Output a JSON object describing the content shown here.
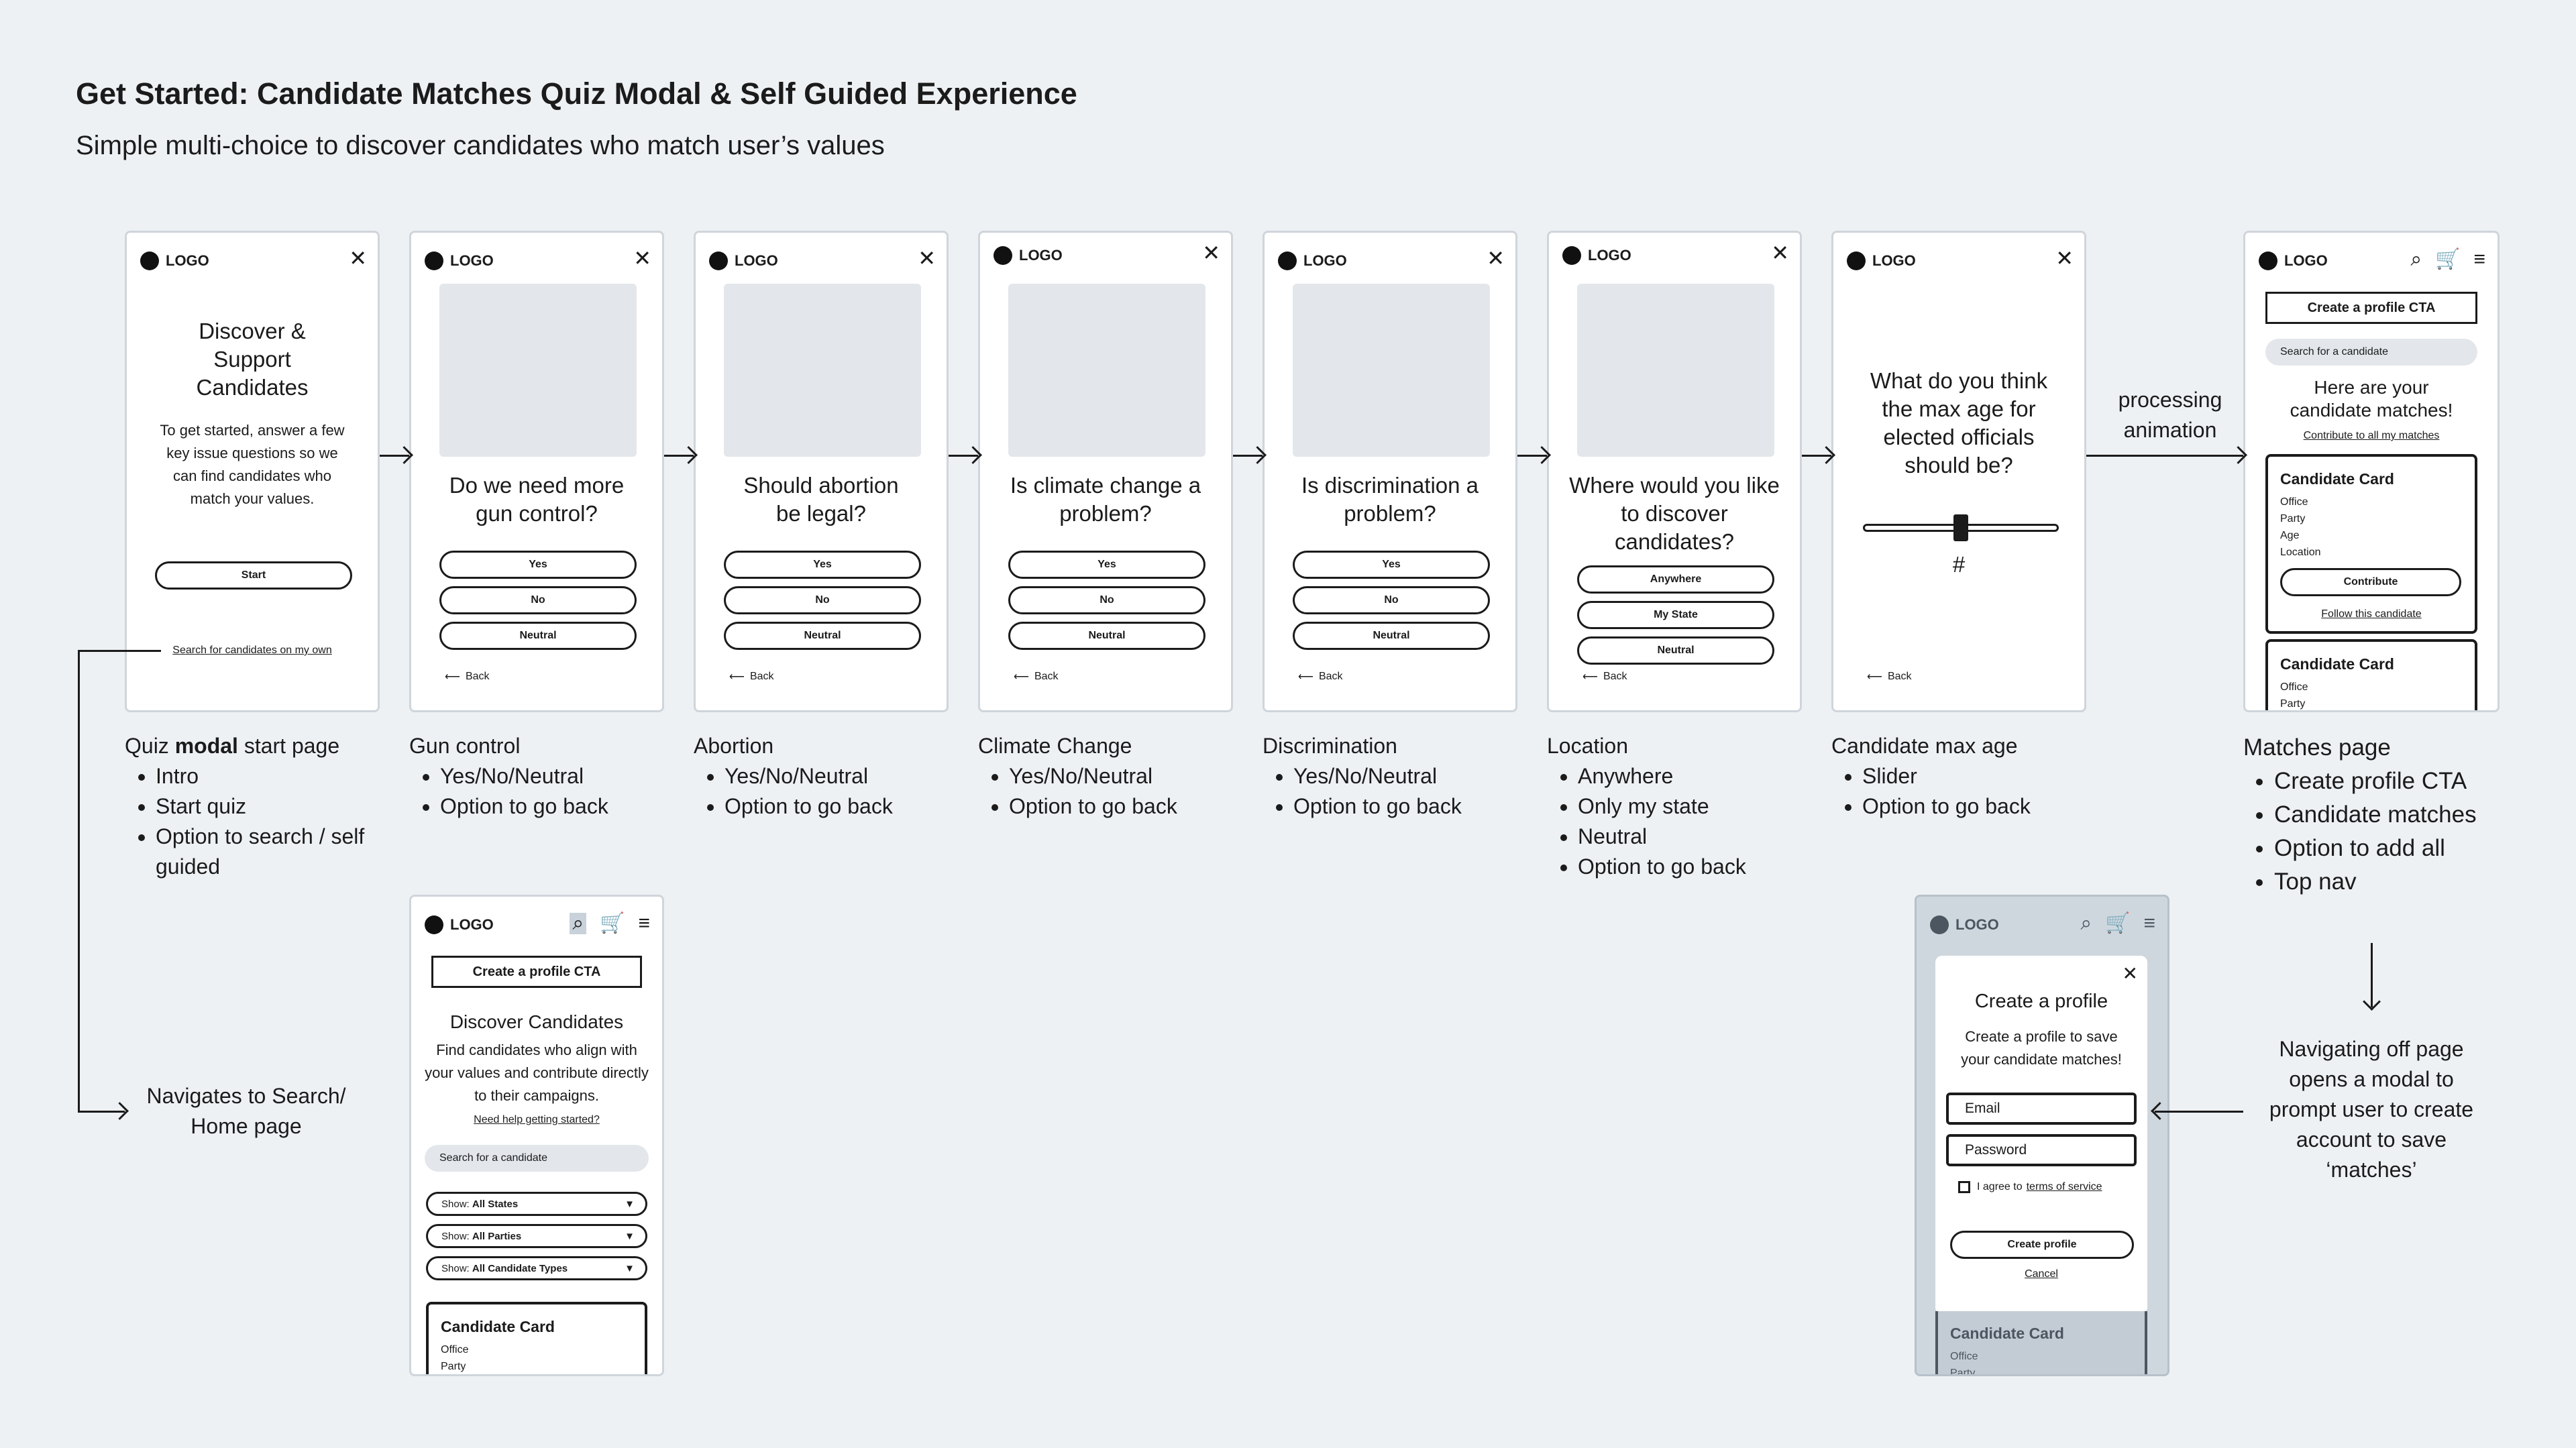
{
  "header": {
    "title": "Get Started: Candidate Matches Quiz Modal & Self Guided Experience",
    "subtitle": "Simple multi-choice to discover candidates who match user’s values"
  },
  "common": {
    "logo": "LOGO",
    "back": "Back",
    "yes": "Yes",
    "no": "No",
    "neutral": "Neutral",
    "close": "✕"
  },
  "screens": {
    "start": {
      "heading": "Discover & Support Candidates",
      "body": "To get started, answer a few key issue questions so we can find candidates who match your values.",
      "start_button": "Start",
      "search_link": "Search for candidates on my own"
    },
    "gun": {
      "question": "Do we need more gun control?"
    },
    "abortion": {
      "question": "Should abortion be legal?"
    },
    "climate": {
      "question": "Is climate change a problem?"
    },
    "discrimination": {
      "question": "Is discrimination a problem?"
    },
    "location": {
      "question": "Where would you like to discover candidates?",
      "options": [
        "Anywhere",
        "My State",
        "Neutral"
      ]
    },
    "age": {
      "question": "What do you think the max age for elected officials should be?",
      "value": "#",
      "slider_fraction": 0.5
    },
    "matches": {
      "cta": "Create a profile CTA",
      "search_placeholder": "Search for a candidate",
      "heading": "Here are your candidate matches!",
      "contribute_all": "Contribute to all my matches",
      "card1": {
        "title": "Candidate Card",
        "fields": [
          "Office",
          "Party",
          "Age",
          "Location"
        ],
        "contribute": "Contribute",
        "follow": "Follow this candidate"
      },
      "card2": {
        "title": "Candidate Card",
        "fields": [
          "Office",
          "Party"
        ]
      }
    },
    "search_home": {
      "cta": "Create a profile CTA",
      "heading": "Discover Candidates",
      "body": "Find candidates who align with your values and contribute directly to their campaigns.",
      "help_link": "Need help getting started?",
      "search_placeholder": "Search for a candidate",
      "filters": [
        {
          "prefix": "Show:",
          "value": "All States"
        },
        {
          "prefix": "Show:",
          "value": "All Parties"
        },
        {
          "prefix": "Show:",
          "value": "All Candidate Types"
        }
      ],
      "card": {
        "title": "Candidate Card",
        "fields": [
          "Office",
          "Party"
        ]
      }
    },
    "profile_modal": {
      "title": "Create a profile",
      "body": "Create a profile to save your candidate matches!",
      "email_placeholder": "Email",
      "password_placeholder": "Password",
      "agree_prefix": "I agree to",
      "agree_link": "terms of service",
      "create_button": "Create profile",
      "cancel": "Cancel",
      "card": {
        "title": "Candidate Card",
        "fields": [
          "Office",
          "Party"
        ]
      }
    }
  },
  "labels": {
    "start": {
      "title_pre": "Quiz ",
      "title_bold": "modal",
      "title_post": " start page",
      "items": [
        "Intro",
        "Start quiz",
        "Option to search / self guided"
      ]
    },
    "gun": {
      "title": "Gun control",
      "items": [
        "Yes/No/Neutral",
        "Option to go back"
      ]
    },
    "abortion": {
      "title": "Abortion",
      "items": [
        "Yes/No/Neutral",
        "Option to go back"
      ]
    },
    "climate": {
      "title": "Climate Change",
      "items": [
        "Yes/No/Neutral",
        "Option to go back"
      ]
    },
    "discrimination": {
      "title": "Discrimination",
      "items": [
        "Yes/No/Neutral",
        "Option to go back"
      ]
    },
    "location": {
      "title": "Location",
      "items": [
        "Anywhere",
        "Only my state",
        "Neutral",
        "Option to go back"
      ]
    },
    "age": {
      "title": "Candidate max age",
      "items": [
        "Slider",
        "Option to go back"
      ]
    },
    "matches": {
      "title": "Matches page",
      "items": [
        "Create profile CTA",
        "Candidate matches",
        "Option to add all",
        "Top nav"
      ]
    }
  },
  "annotations": {
    "processing": "processing animation",
    "navigates": "Navigates to Search/ Home page",
    "navigating_off": "Navigating off page opens a modal to prompt user to create account to save ‘matches’"
  }
}
